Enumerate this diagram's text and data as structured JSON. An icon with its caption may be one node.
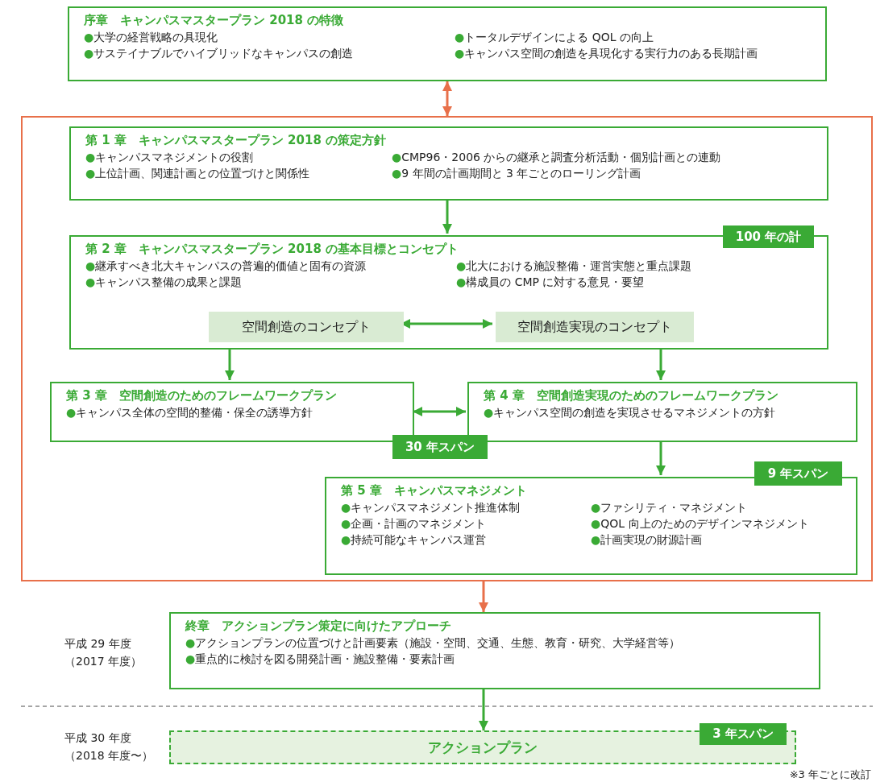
{
  "diagram": {
    "nodes": [
      {
        "text": [
          "序章　キャンパスマスタープラン 2018 の特徴",
          "●大学の経営戦略の具現化",
          "●トータルデザインによる QOL の向上",
          "●サステイナブルでハイブリッドなキャンパスの創造",
          "●キャンパス空間の創造を具現化する実行力のある長期計画"
        ]
      },
      {
        "text": [],
        "shape": "box"
      },
      {
        "text": [
          "第 1 章　キャンパスマスタープラン 2018 の策定方針",
          "●キャンパスマネジメントの役割",
          "●CMP96・2006 からの継承と調査分析活動・個別計画との連動",
          "●上位計画、関連計画との位置づけと関係性",
          "●9 年間の計画期間と 3 年ごとのローリング計画"
        ],
        "in": 1
      },
      {
        "text": [
          "第 2 章　キャンパスマスタープラン 2018 の基本目標とコンセプト",
          "●継承すべき北大キャンパスの普遍的価値と固有の資源",
          "●北大における施設整備・運営実態と重点課題",
          "●キャンパス整備の成果と課題",
          "●構成員の CMP に対する意見・要望"
        ],
        "beside": [
          "100 年の計"
        ],
        "in": 1
      },
      {
        "text": [
          "空間創造のコンセプト"
        ],
        "in": 3
      },
      {
        "text": [
          "空間創造実現のコンセプト"
        ],
        "in": 3
      },
      {
        "text": [
          "第 3 章　空間創造のためのフレームワークプラン",
          "●キャンパス全体の空間的整備・保全の誘導方針"
        ],
        "beside": [
          "30 年スパン"
        ],
        "in": 1
      },
      {
        "text": [
          "第 4 章　空間創造実現のためのフレームワークプラン",
          "●キャンパス空間の創造を実現させるマネジメントの方針"
        ],
        "in": 1
      },
      {
        "text": [
          "第 5 章　キャンパスマネジメント",
          "●キャンパスマネジメント推進体制",
          "●ファシリティ・マネジメント",
          "●企画・計画のマネジメント",
          "●QOL 向上のためのデザインマネジメント",
          "●持続可能なキャンパス運営",
          "●計画実現の財源計画"
        ],
        "beside": [
          "9 年スパン"
        ],
        "in": 1
      },
      {
        "text": [
          "終章　アクションプラン策定に向けたアプローチ",
          "●アクションプランの位置づけと計画要素（施設・空間、交通、生態、教育・研究、大学経営等）",
          "●重点的に検討を図る開発計画・施設整備・要素計画"
        ],
        "beside": [
          "平成 29 年度（2017 年度）"
        ]
      },
      {
        "text": [
          "アクションプラン",
          "3 年スパン"
        ],
        "beside": [
          "平成 30 年度（2018 年度〜）"
        ]
      }
    ],
    "edges": [
      {
        "from": 0,
        "to": 1,
        "arrow": "both",
        "color": "#e8704a"
      },
      {
        "from": 2,
        "to": 3,
        "arrow": "to"
      },
      {
        "from": 4,
        "to": 5,
        "arrow": "both"
      },
      {
        "from": 3,
        "to": 6,
        "arrow": "to"
      },
      {
        "from": 3,
        "to": 7,
        "arrow": "to"
      },
      {
        "from": 6,
        "to": 7,
        "arrow": "both"
      },
      {
        "from": 7,
        "to": 8,
        "arrow": "to"
      },
      {
        "from": 1,
        "to": 9,
        "arrow": "to",
        "color": "#e8704a"
      },
      {
        "from": 9,
        "to": 10,
        "arrow": "to"
      }
    ],
    "labels": [
      "※3 年ごとに改訂"
    ]
  }
}
